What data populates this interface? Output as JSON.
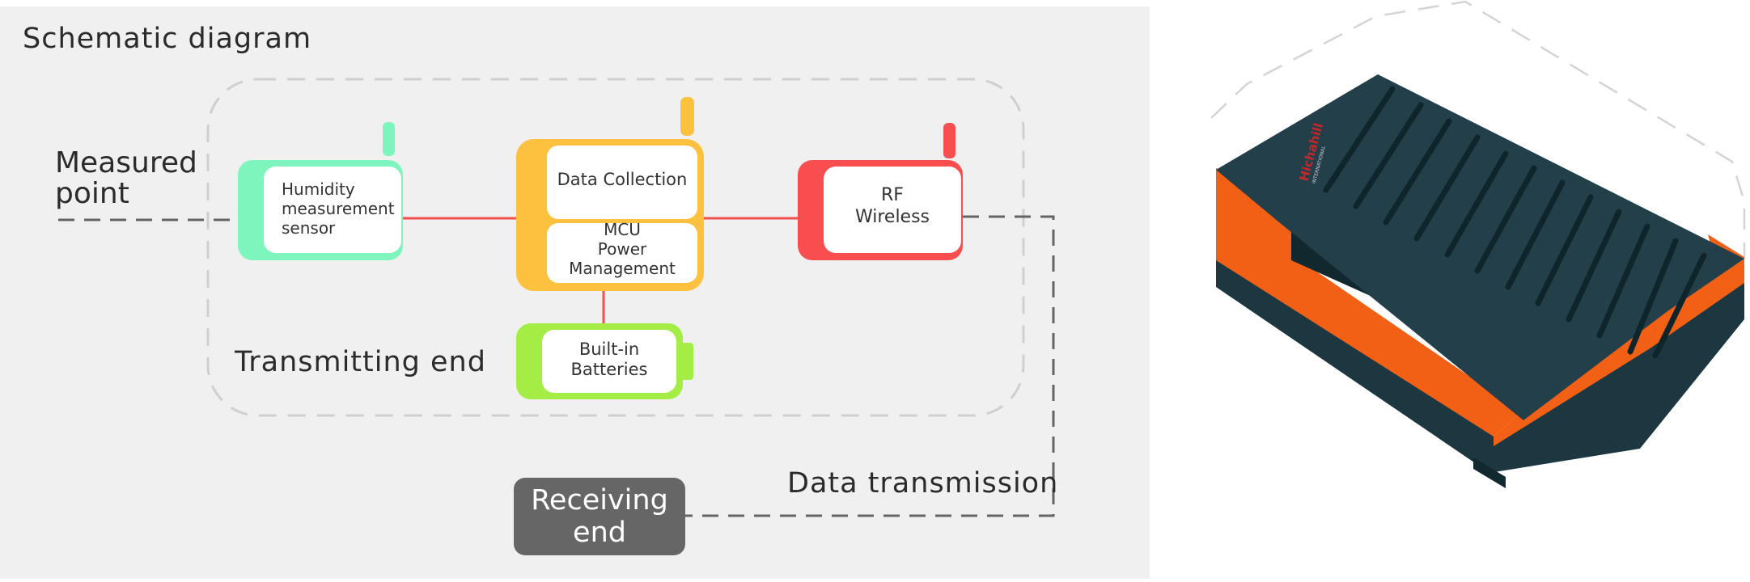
{
  "title": "Schematic diagram",
  "labels": {
    "measured_point": "Measured\npoint",
    "transmitting_end": "Transmitting end",
    "data_transmission": "Data transmission"
  },
  "blocks": {
    "sensor": "Humidity\nmeasurement\nsensor",
    "data_collection": "Data Collection",
    "mcu": "MCU\nPower\nManagement",
    "rf": "RF\nWireless",
    "batteries": "Built-in\nBatteries",
    "receiving": "Receiving\nend"
  },
  "product": {
    "brand": "Hichahill",
    "brand_sub": "INTERNATIONAL"
  },
  "colors": {
    "sensor": "#7ff5be",
    "mcu": "#fcc23f",
    "rf": "#f94e4f",
    "battery": "#a4ed45",
    "receiving": "#666666",
    "link": "#f25150",
    "dashed": "#646464",
    "orange": "#f26016",
    "dark_body": "#1d3741"
  }
}
